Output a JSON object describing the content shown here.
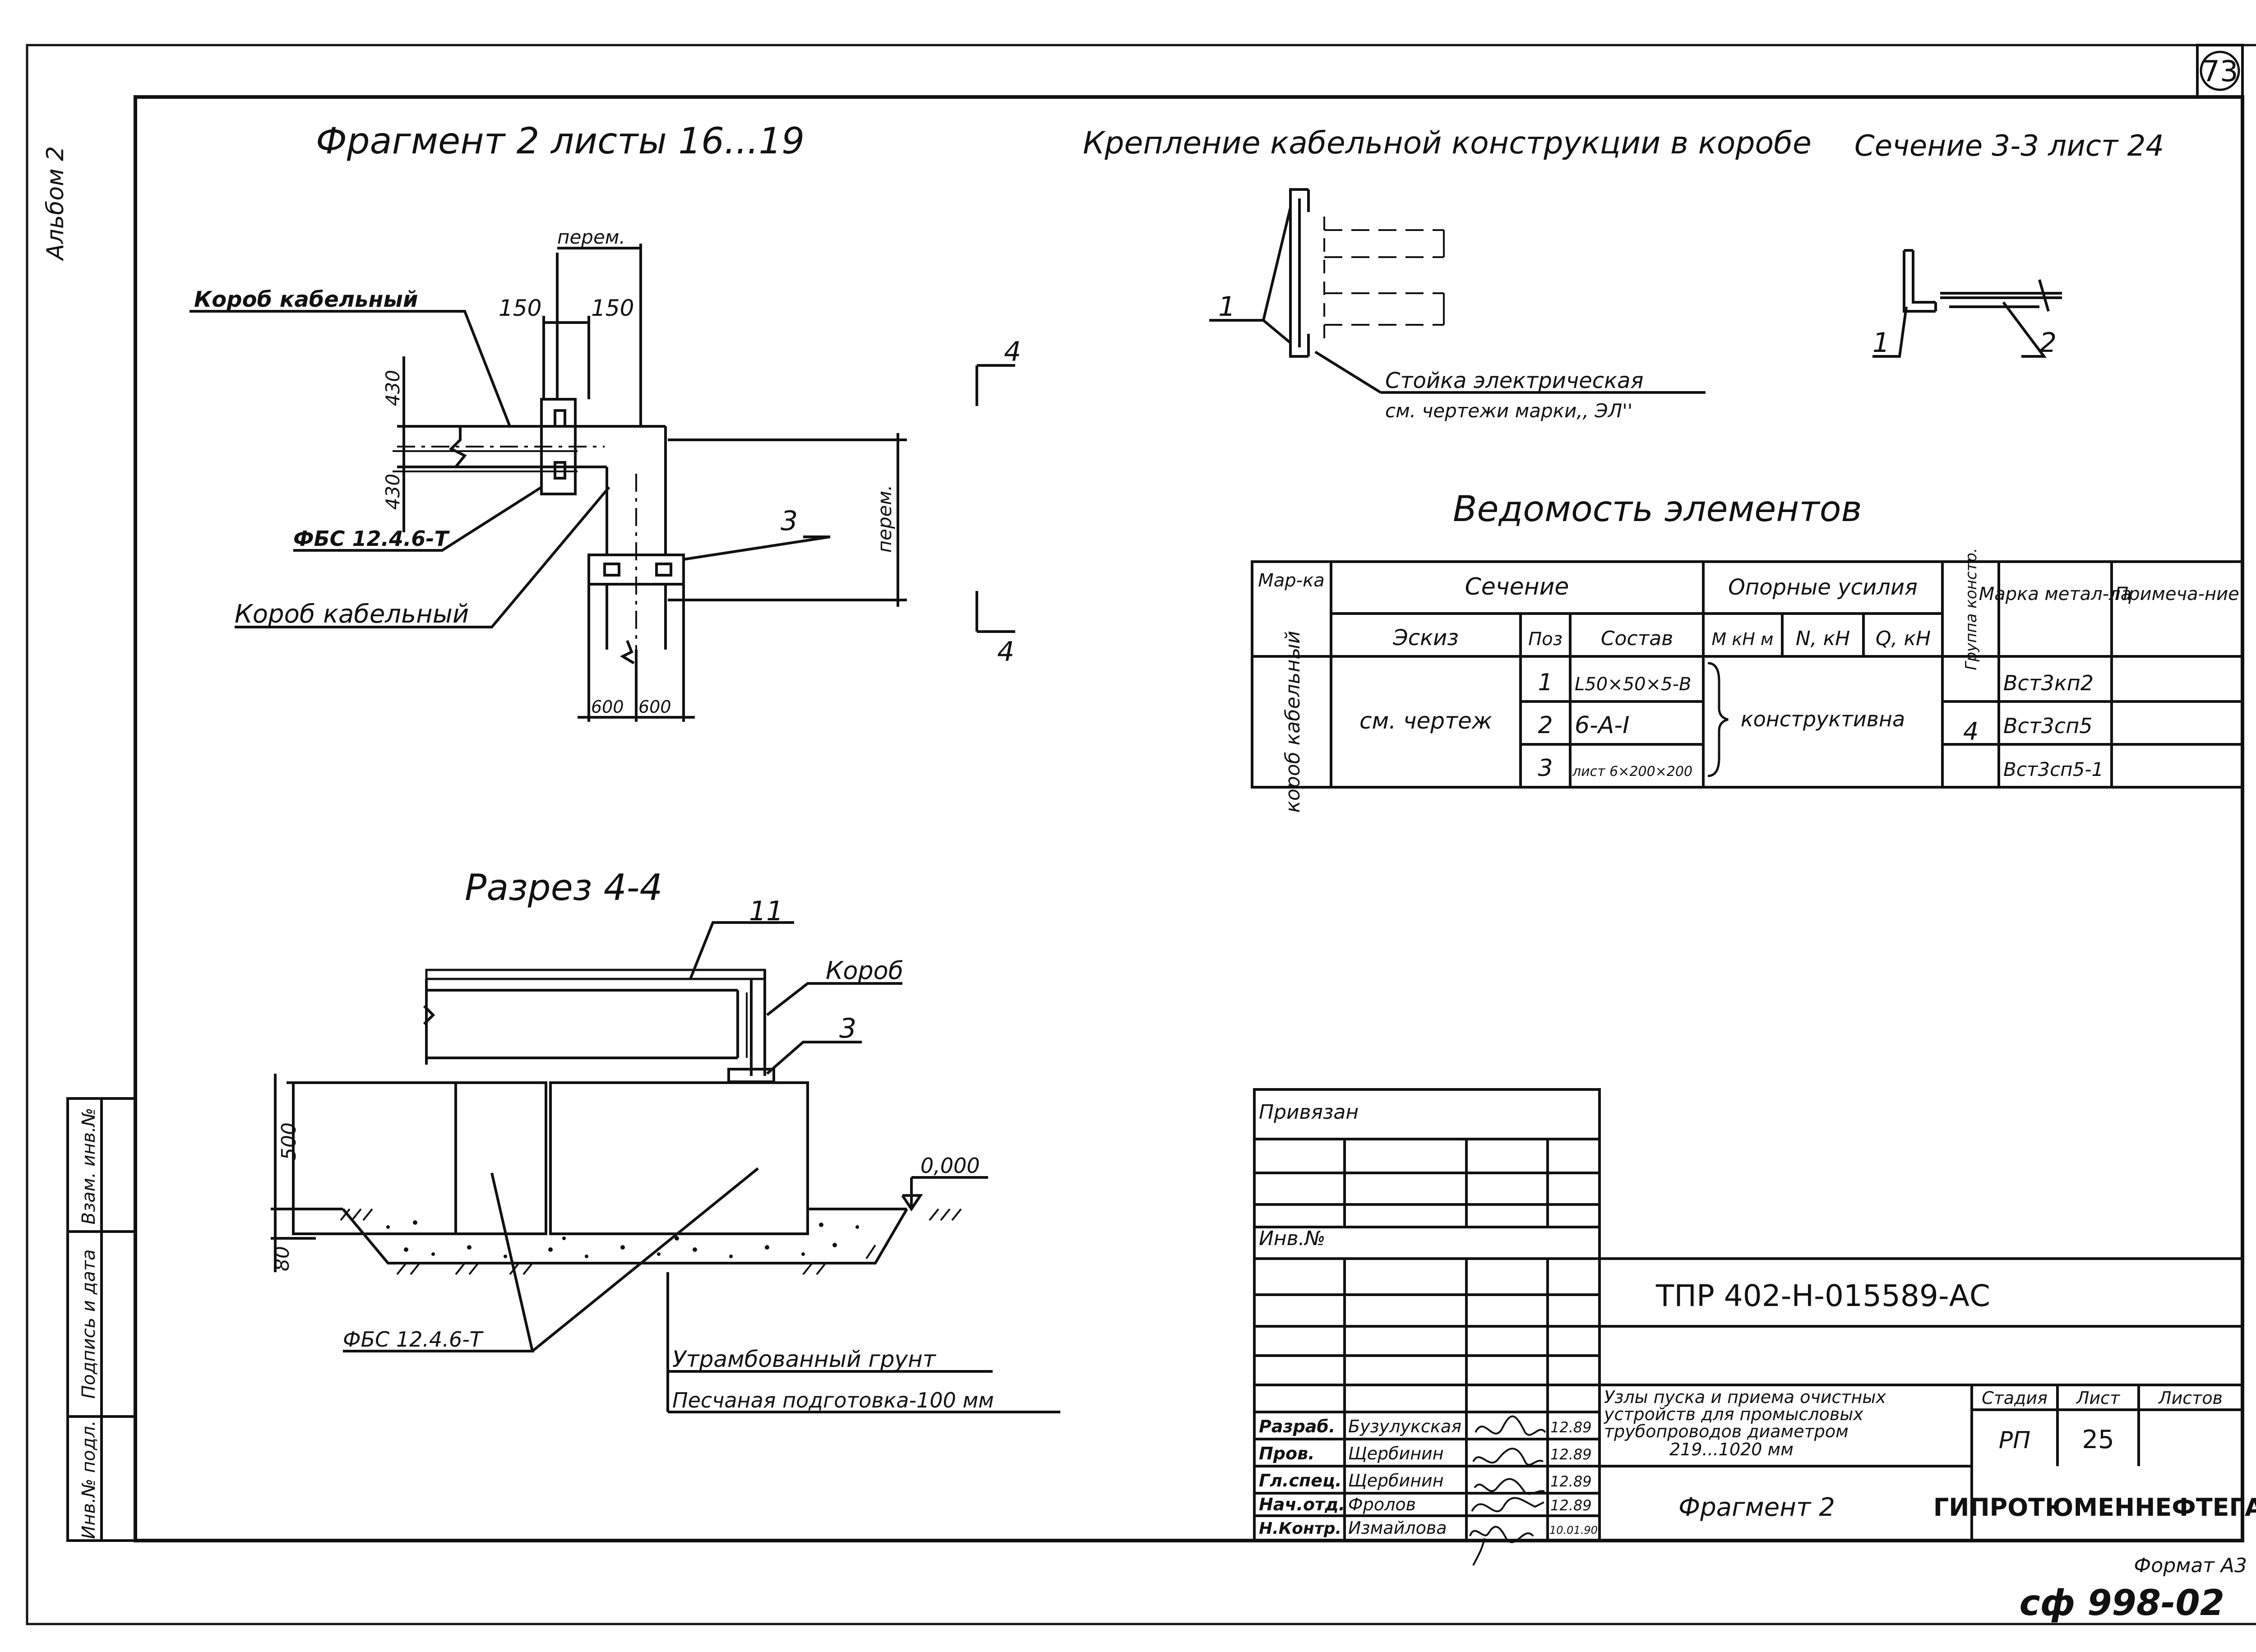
{
  "page_number": "73",
  "album_label": "Альбом 2",
  "fragment": {
    "title": "Фрагмент 2 листы 16...19",
    "label_box_top": "Короб кабельный",
    "label_box_bottom": "Короб кабельный",
    "label_fbs": "ФБС 12.4.6-Т",
    "dim_perem_top": "перем.",
    "dim_perem_right": "перем.",
    "dim_150_left": "150",
    "dim_150_right": "150",
    "dim_430_top": "430",
    "dim_430_bottom": "430",
    "dim_600_left": "600",
    "dim_600_right": "600",
    "pos_3": "3",
    "section_mark_top": "4",
    "section_mark_bottom": "4"
  },
  "fastening": {
    "title": "Крепление кабельной конструкции в коробе",
    "pos_1": "1",
    "note_line1": "Стойка электрическая",
    "note_line2": "см. чертежи марки,, ЭЛ''"
  },
  "section33": {
    "title": "Сечение 3-3 лист 24",
    "pos_1": "1",
    "pos_2": "2"
  },
  "elements_table": {
    "title": "Ведомость элементов",
    "headers": {
      "mark": "Мар-ка",
      "section": "Сечение",
      "sketch": "Эскиз",
      "pos": "Поз",
      "composition": "Состав",
      "support": "Опорные усилия",
      "m": "М кН м",
      "n": "N, кН",
      "q": "Q, кН",
      "group": "Группа констр.",
      "steel": "Марка метал-ла",
      "note": "Примеча-ние"
    },
    "row": {
      "mark": "короб кабельный",
      "sketch": "см. чертеж",
      "support": "конструктивна",
      "group": "4"
    },
    "items": [
      {
        "pos": "1",
        "composition": "L50×50×5-В",
        "steel": "Вст3кп2"
      },
      {
        "pos": "2",
        "composition": "6-А-I",
        "steel": "Вст3сп5"
      },
      {
        "pos": "3",
        "composition": "лист 6×200×200",
        "steel": "Вст3сп5-1"
      }
    ]
  },
  "section44": {
    "title": "Разрез 4-4",
    "label_11": "11",
    "label_korob": "Короб",
    "label_3": "3",
    "dim_500": "500",
    "dim_80": "80",
    "level": "0,000",
    "label_fbs": "ФБС 12.4.6-Т",
    "note_soil": "Утрамбованный грунт",
    "note_sand": "Песчаная подготовка-100 мм"
  },
  "left_strip": {
    "inv_orig": "Инв.№ подл.",
    "sign_date": "Подпись и дата",
    "inv_repl": "Взам. инв.№"
  },
  "title_block": {
    "privyazan": "Привязан",
    "inv_no": "Инв.№",
    "doc_code": "ТПР 402-Н-015589-АС",
    "description": [
      "Узлы пуска и приема очистных",
      "устройств для промысловых",
      "трубопроводов диаметром",
      "219...1020 мм"
    ],
    "sheet_name": "Фрагмент 2",
    "stage_label": "Стадия",
    "sheet_label": "Лист",
    "sheets_label": "Листов",
    "stage": "РП",
    "sheet": "25",
    "organization": "ГИПРОТЮМЕННЕФТЕГАЗ",
    "signers": [
      {
        "role": "Разраб.",
        "name": "Бузулукская",
        "date": "12.89"
      },
      {
        "role": "Пров.",
        "name": "Щербинин",
        "date": "12.89"
      },
      {
        "role": "Гл.спец.",
        "name": "Щербинин",
        "date": "12.89"
      },
      {
        "role": "Нач.отд.",
        "name": "Фролов",
        "date": "12.89"
      },
      {
        "role": "Н.Контр.",
        "name": "Измайлова",
        "date": "10.01.90"
      }
    ]
  },
  "format": "Формат А3",
  "archive_code": "сф 998-02"
}
